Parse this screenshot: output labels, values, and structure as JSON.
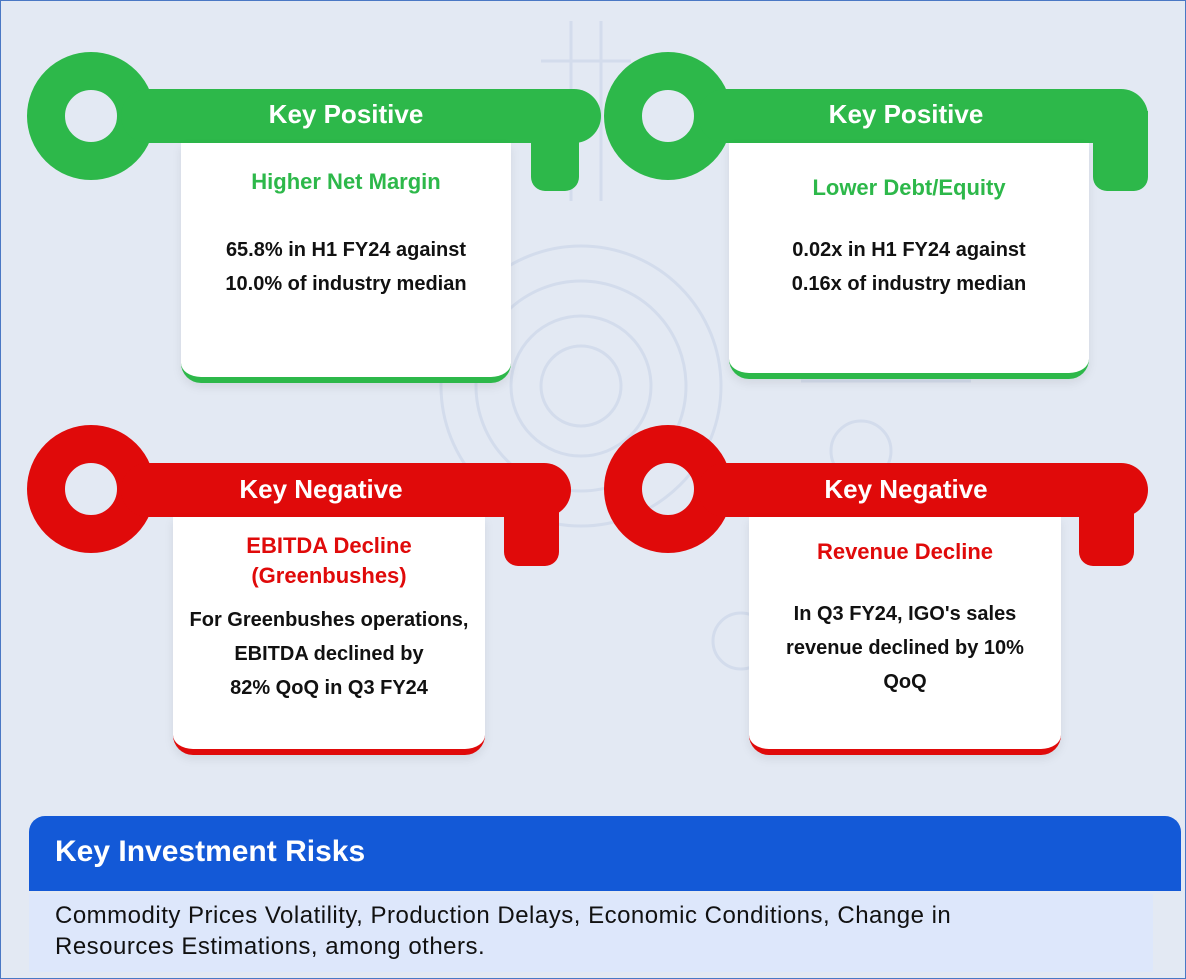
{
  "colors": {
    "positive": "#2db84a",
    "negative": "#e00a0a",
    "risk_header": "#1359d7",
    "risk_body": "#dde7fb",
    "background": "#e3e9f3"
  },
  "cards": [
    {
      "label": "Key Positive",
      "heading_lines": [
        "Higher Net Margin"
      ],
      "body_lines": [
        "65.8% in H1 FY24 against",
        "10.0% of industry median"
      ],
      "icon": "key-icon"
    },
    {
      "label": "Key Positive",
      "heading_lines": [
        "Lower Debt/Equity"
      ],
      "body_lines": [
        "0.02x in H1 FY24 against",
        "0.16x of industry median"
      ],
      "icon": "key-icon"
    },
    {
      "label": "Key Negative",
      "heading_lines": [
        "EBITDA Decline",
        "(Greenbushes)"
      ],
      "body_lines": [
        "For Greenbushes operations,",
        "EBITDA declined by",
        "82% QoQ in Q3 FY24"
      ],
      "icon": "key-icon"
    },
    {
      "label": "Key Negative",
      "heading_lines": [
        "Revenue Decline"
      ],
      "body_lines": [
        "In Q3 FY24, IGO's sales",
        "revenue declined by 10%",
        "QoQ"
      ],
      "icon": "key-icon"
    }
  ],
  "risks": {
    "title": "Key Investment Risks",
    "text_lines": [
      "Commodity Prices Volatility, Production Delays, Economic Conditions, Change in",
      "Resources Estimations, among others."
    ]
  }
}
